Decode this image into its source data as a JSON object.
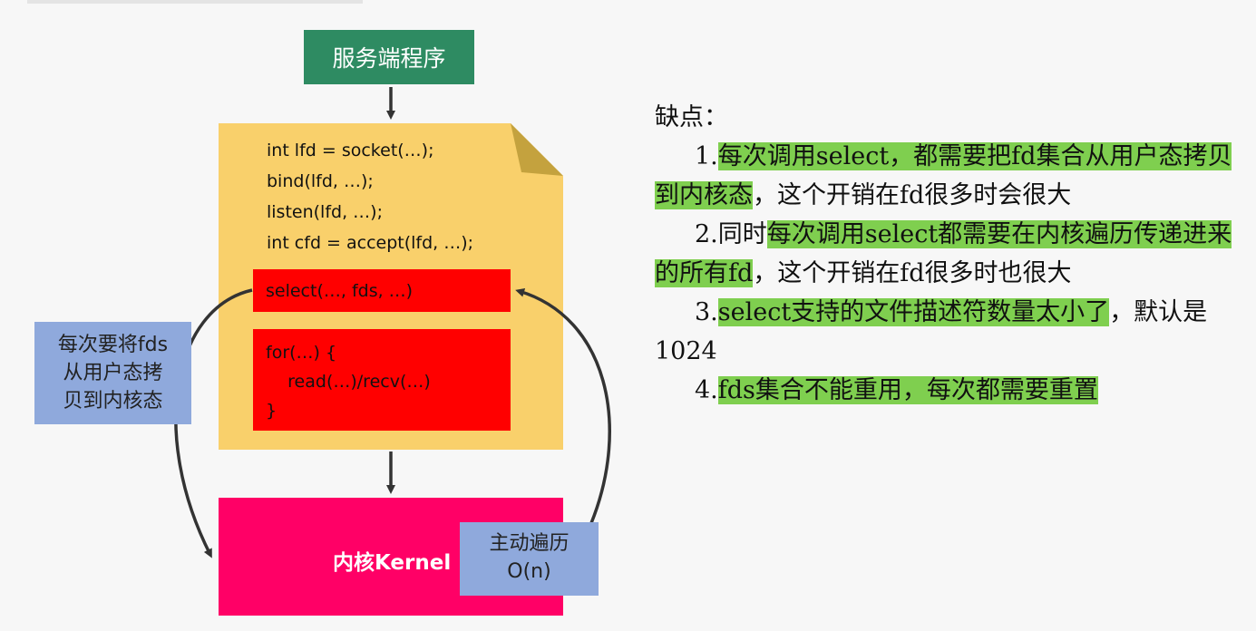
{
  "server_label": "服务端程序",
  "code_lines": [
    "int lfd = socket(…);",
    "bind(lfd, …);",
    "listen(lfd, …);",
    "int cfd = accept(lfd, …);"
  ],
  "select_line": "select(…, fds, …)",
  "for_lines": [
    "for(…) {",
    "    read(…)/recv(…)",
    "}"
  ],
  "kernel_label": "内核Kernel",
  "left_note": [
    "每次要将fds",
    "从用户态拷",
    "贝到内核态"
  ],
  "right_note": [
    "主动遍历",
    "O(n)"
  ],
  "cons": {
    "title": "缺点：",
    "items": [
      {
        "prefix": "1.",
        "highlight": "每次调用select，都需要把fd集合从用户态拷贝到内核态",
        "rest": "，这个开销在fd很多时会很大"
      },
      {
        "prefix": "2.同时",
        "highlight": "每次调用select都需要在内核遍历传递进来的所有fd",
        "rest": "，这个开销在fd很多时也很大"
      },
      {
        "prefix": "3.",
        "highlight": "select支持的文件描述符数量太小了",
        "rest": "，默认是1024"
      },
      {
        "prefix": "4.",
        "highlight": "fds集合不能重用，每次都需要重置",
        "rest": ""
      }
    ]
  },
  "colors": {
    "server": "#2e8b62",
    "doc": "#f9d06b",
    "code_box": "#ff0000",
    "kernel": "#ff0066",
    "note": "#8fa9dc",
    "highlight": "#7fcf4f",
    "arrow": "#333333"
  }
}
